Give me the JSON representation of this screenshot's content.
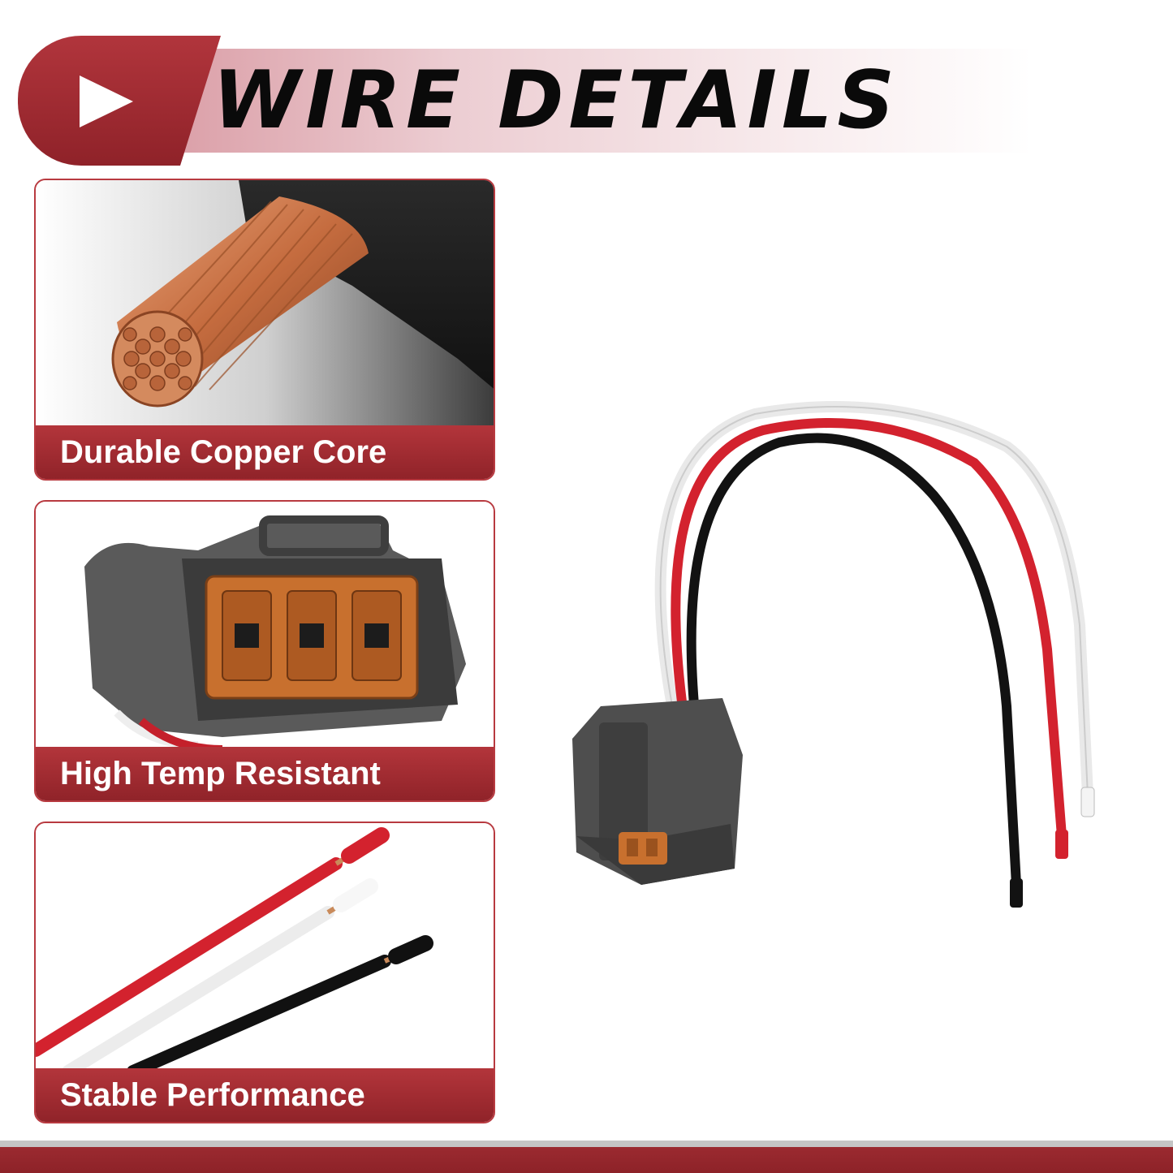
{
  "header": {
    "title": "WIRE DETAILS",
    "icon": "play-icon"
  },
  "features": [
    {
      "label": "Durable Copper Core",
      "icon": "copper-core-icon"
    },
    {
      "label": "High Temp Resistant",
      "icon": "connector-icon"
    },
    {
      "label": "Stable Performance",
      "icon": "wires-icon"
    }
  ],
  "colors": {
    "brand_red": "#a52d34",
    "wire_red": "#d3222e",
    "wire_white": "#f2f2f2",
    "wire_black": "#111111",
    "connector_gray": "#4a4a4a",
    "terminal_orange": "#c8702e"
  }
}
